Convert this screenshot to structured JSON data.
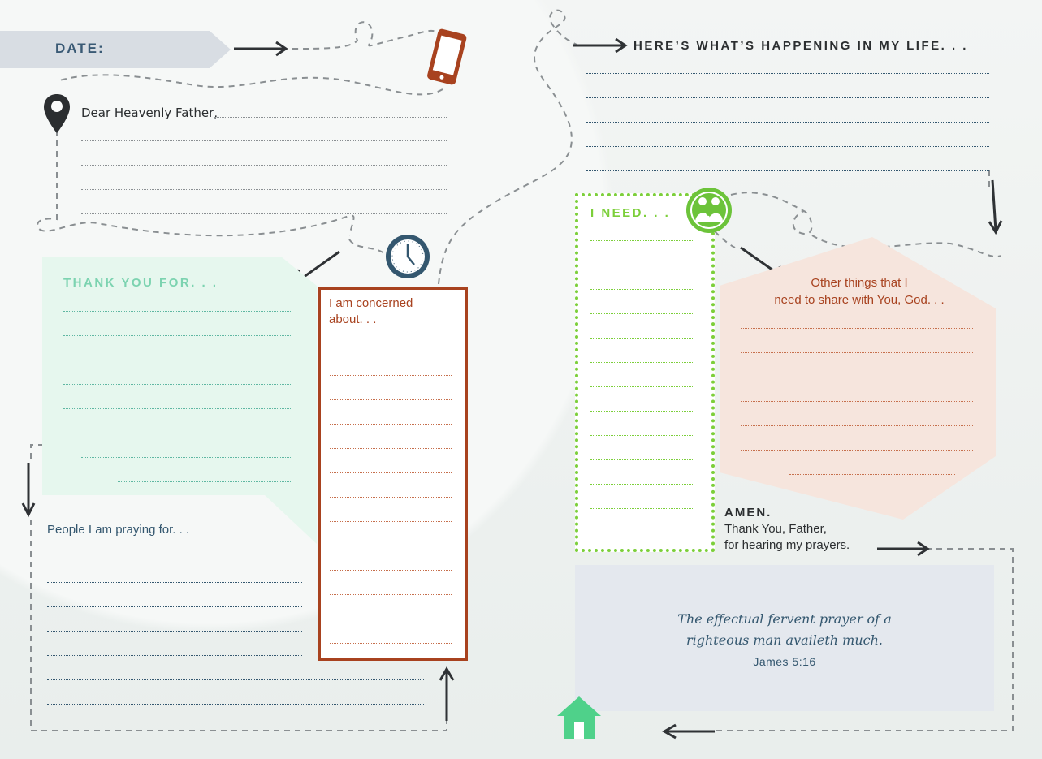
{
  "date": {
    "label": "DATE:"
  },
  "letter": {
    "salutation": "Dear Heavenly Father,"
  },
  "thanks": {
    "label": "THANK YOU FOR. . ."
  },
  "concerned": {
    "label_line1": "I am concerned",
    "label_line2": "about. . ."
  },
  "people": {
    "label": "People I am praying for. . ."
  },
  "life": {
    "label": "HERE’S WHAT’S HAPPENING IN MY LIFE. . ."
  },
  "need": {
    "label": "I NEED. . ."
  },
  "other": {
    "label_line1": "Other things that I",
    "label_line2": "need to share with You, God. . ."
  },
  "amen": {
    "title": "AMEN.",
    "line1": "Thank You, Father,",
    "line2": "for hearing my prayers."
  },
  "verse": {
    "line1": "The effectual fervent prayer of a",
    "line2": "righteous man availeth much.",
    "reference": "James 5:16"
  },
  "icons": [
    "phone-icon",
    "map-pin-icon",
    "clock-icon",
    "family-icon",
    "home-icon"
  ],
  "colors": {
    "navy": "#34576f",
    "rust": "#a8421f",
    "mint": "#7cd3b0",
    "lime": "#7ccf3a",
    "peach": "#f6e5dd",
    "verse_bg": "#e4e8ee"
  }
}
